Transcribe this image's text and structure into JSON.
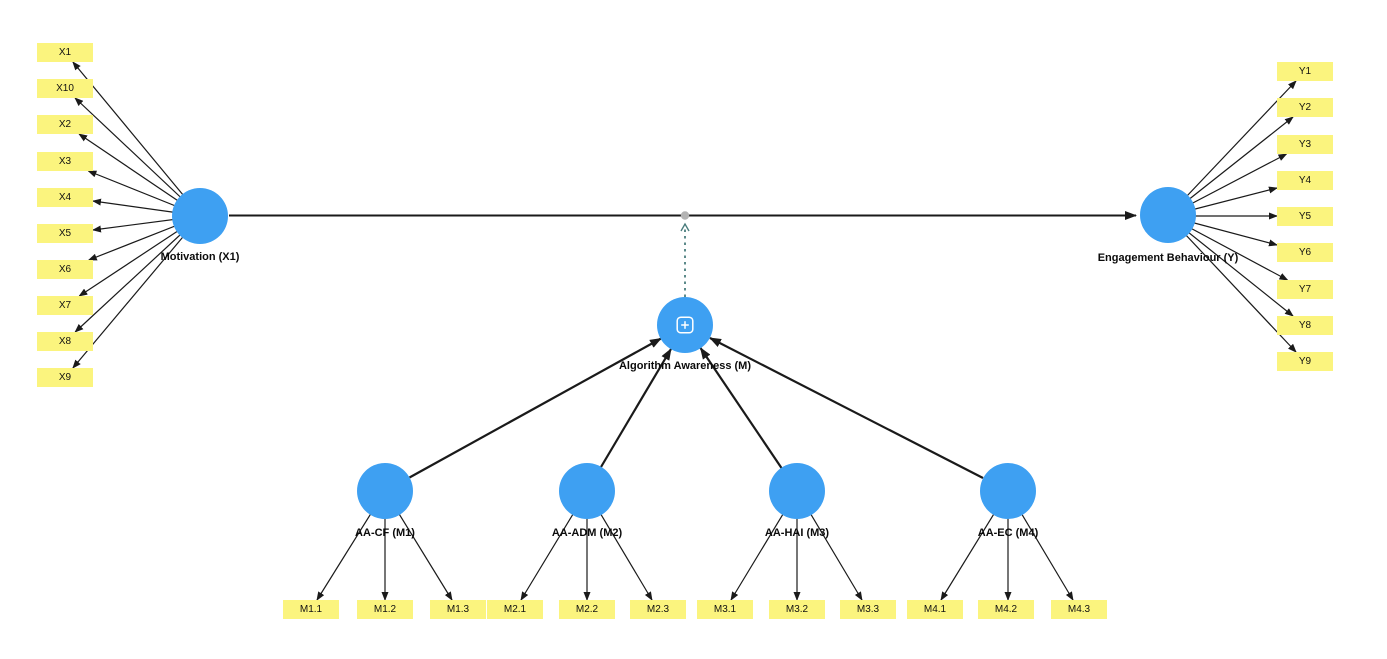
{
  "diagram": {
    "type": "structural-equation-model",
    "latent": {
      "motivation": {
        "label": "Motivation (X1)"
      },
      "engagement": {
        "label": "Engagement Behaviour (Y)"
      },
      "moderator": {
        "label": "Algorithm Awareness (M)"
      },
      "m1": {
        "label": "AA-CF (M1)"
      },
      "m2": {
        "label": "AA-ADM (M2)"
      },
      "m3": {
        "label": "AA-HAI (M3)"
      },
      "m4": {
        "label": "AA-EC (M4)"
      }
    },
    "indicators": {
      "x": [
        "X1",
        "X10",
        "X2",
        "X3",
        "X4",
        "X5",
        "X6",
        "X7",
        "X8",
        "X9"
      ],
      "y": [
        "Y1",
        "Y2",
        "Y3",
        "Y4",
        "Y5",
        "Y6",
        "Y7",
        "Y8",
        "Y9"
      ],
      "m1": [
        "M1.1",
        "M1.2",
        "M1.3"
      ],
      "m2": [
        "M2.1",
        "M2.2",
        "M2.3"
      ],
      "m3": [
        "M3.1",
        "M3.2",
        "M3.3"
      ],
      "m4": [
        "M4.1",
        "M4.2",
        "M4.3"
      ]
    },
    "icons": {
      "moderation": "plus-in-rounded-square"
    },
    "colors": {
      "latent_fill": "#3EA0F2",
      "indicator_fill": "#FBF47E",
      "connector": "#1A1A1A",
      "moderation_line": "#4A7D7D",
      "moderation_anchor_dot": "#B3B3B3",
      "background": "#FFFFFF"
    }
  }
}
